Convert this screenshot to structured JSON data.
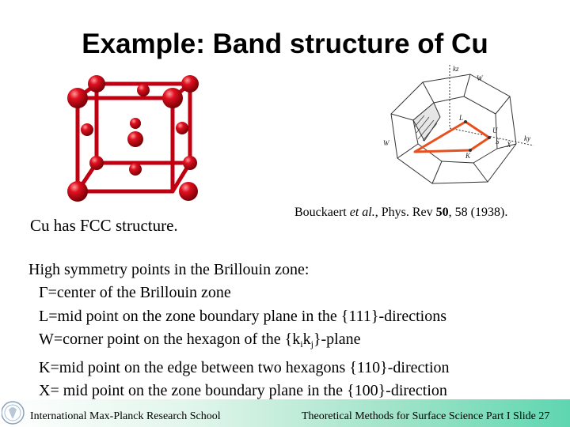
{
  "title": "Example: Band structure of Cu",
  "caption_left": "Cu has FCC structure.",
  "citation": {
    "authors": "Bouckaert",
    "etal": "et al.",
    "journal": ", Phys. Rev ",
    "volume": "50",
    "rest": ", 58 (1938)."
  },
  "body": {
    "intro": "High symmetry points in the Brillouin zone:",
    "gamma": "Γ=center of the Brillouin zone",
    "L": "L=mid point on the zone boundary plane in the {111}-directions",
    "W_pre": "W=corner point on the hexagon of the {k",
    "W_sub1": "i",
    "W_mid": "k",
    "W_sub2": "j",
    "W_post": "}-plane",
    "K": "K=mid point on the edge between two hexagons {110}-direction",
    "X": "X= mid point on the zone boundary plane in the {100}-direction"
  },
  "bz_labels": {
    "kz": "kz",
    "W_top": "W",
    "W_left": "W",
    "L": "L",
    "U": "U",
    "S": "S",
    "X": "X",
    "K": "K",
    "ky": "ky"
  },
  "footer": {
    "left": "International Max-Planck Research School",
    "right": "Theoretical Methods for Surface Science Part I  Slide 27"
  },
  "colors": {
    "atom": "#c8000a",
    "bond": "#c00010",
    "path": "#e8501e",
    "footer_gradient_end": "#5ed6b0"
  }
}
